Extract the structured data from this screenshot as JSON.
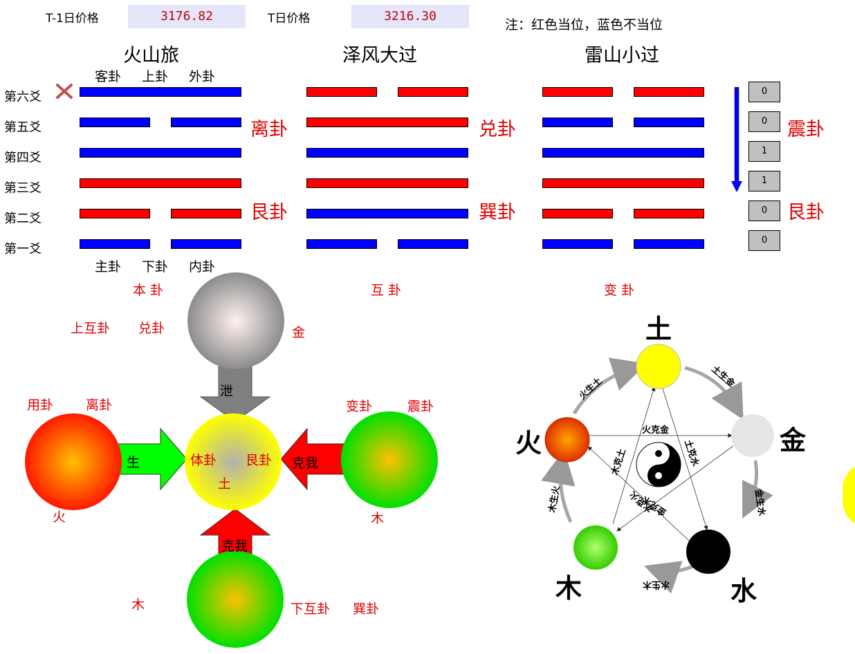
{
  "header": {
    "prev_label": "T-1日价格",
    "prev_value": "3176.82",
    "curr_label": "T日价格",
    "curr_value": "3216.30",
    "note": "注：红色当位，蓝色不当位"
  },
  "hexagrams": {
    "ben": {
      "name": "火山旅",
      "caption": "本 卦",
      "lines": [
        {
          "color": "blue",
          "type": "yang"
        },
        {
          "color": "blue",
          "type": "yin"
        },
        {
          "color": "blue",
          "type": "yang"
        },
        {
          "color": "red",
          "type": "yang"
        },
        {
          "color": "red",
          "type": "yin"
        },
        {
          "color": "blue",
          "type": "yin"
        }
      ]
    },
    "hu": {
      "name": "泽风大过",
      "caption": "互 卦",
      "lines": [
        {
          "color": "red",
          "type": "yin"
        },
        {
          "color": "red",
          "type": "yang"
        },
        {
          "color": "blue",
          "type": "yang"
        },
        {
          "color": "red",
          "type": "yang"
        },
        {
          "color": "blue",
          "type": "yang"
        },
        {
          "color": "blue",
          "type": "yin"
        }
      ]
    },
    "bian": {
      "name": "雷山小过",
      "caption": "变 卦",
      "lines": [
        {
          "color": "red",
          "type": "yin"
        },
        {
          "color": "blue",
          "type": "yin"
        },
        {
          "color": "blue",
          "type": "yang"
        },
        {
          "color": "red",
          "type": "yang"
        },
        {
          "color": "red",
          "type": "yin"
        },
        {
          "color": "blue",
          "type": "yin"
        }
      ]
    }
  },
  "upper_labels": {
    "ke": "客卦",
    "shang": "上卦",
    "wai": "外卦"
  },
  "lower_labels": {
    "zhu": "主卦",
    "xia": "下卦",
    "nei": "内卦"
  },
  "rows": [
    "第六爻",
    "第五爻",
    "第四爻",
    "第三爻",
    "第二爻",
    "第一爻"
  ],
  "trigrams": {
    "ben_upper": "离卦",
    "ben_lower": "艮卦",
    "hu_upper": "兑卦",
    "hu_lower": "巽卦",
    "bian_upper": "震卦",
    "bian_lower": "艮卦"
  },
  "bits": [
    "0",
    "0",
    "1",
    "1",
    "0",
    "0"
  ],
  "relation": {
    "top_label": "上互卦",
    "top_trigram": "兑卦",
    "top_element": "金",
    "top_arrow": "泄",
    "left_label": "用卦",
    "left_trigram": "离卦",
    "left_element": "火",
    "left_arrow": "生",
    "center_label": "体卦",
    "center_trigram": "艮卦",
    "center_element": "土",
    "right_label": "变卦",
    "right_trigram": "震卦",
    "right_element": "木",
    "right_arrow": "克我",
    "bottom_label": "下互卦",
    "bottom_trigram": "巽卦",
    "bottom_element": "木",
    "bottom_arrow": "克我"
  },
  "wuxing": {
    "earth": "土",
    "metal": "金",
    "water": "水",
    "wood": "木",
    "fire": "火",
    "fire_earth": "火生土",
    "earth_metal": "土生金",
    "metal_water": "金生水",
    "water_wood": "水生木",
    "wood_fire": "木生火",
    "fire_metal": "火克金",
    "earth_water": "土克水",
    "wood_earth": "木克土",
    "water_fire": "水克火",
    "metal_wood": "金克木"
  },
  "colors": {
    "red": "#ff0000",
    "blue": "#0000ff"
  }
}
